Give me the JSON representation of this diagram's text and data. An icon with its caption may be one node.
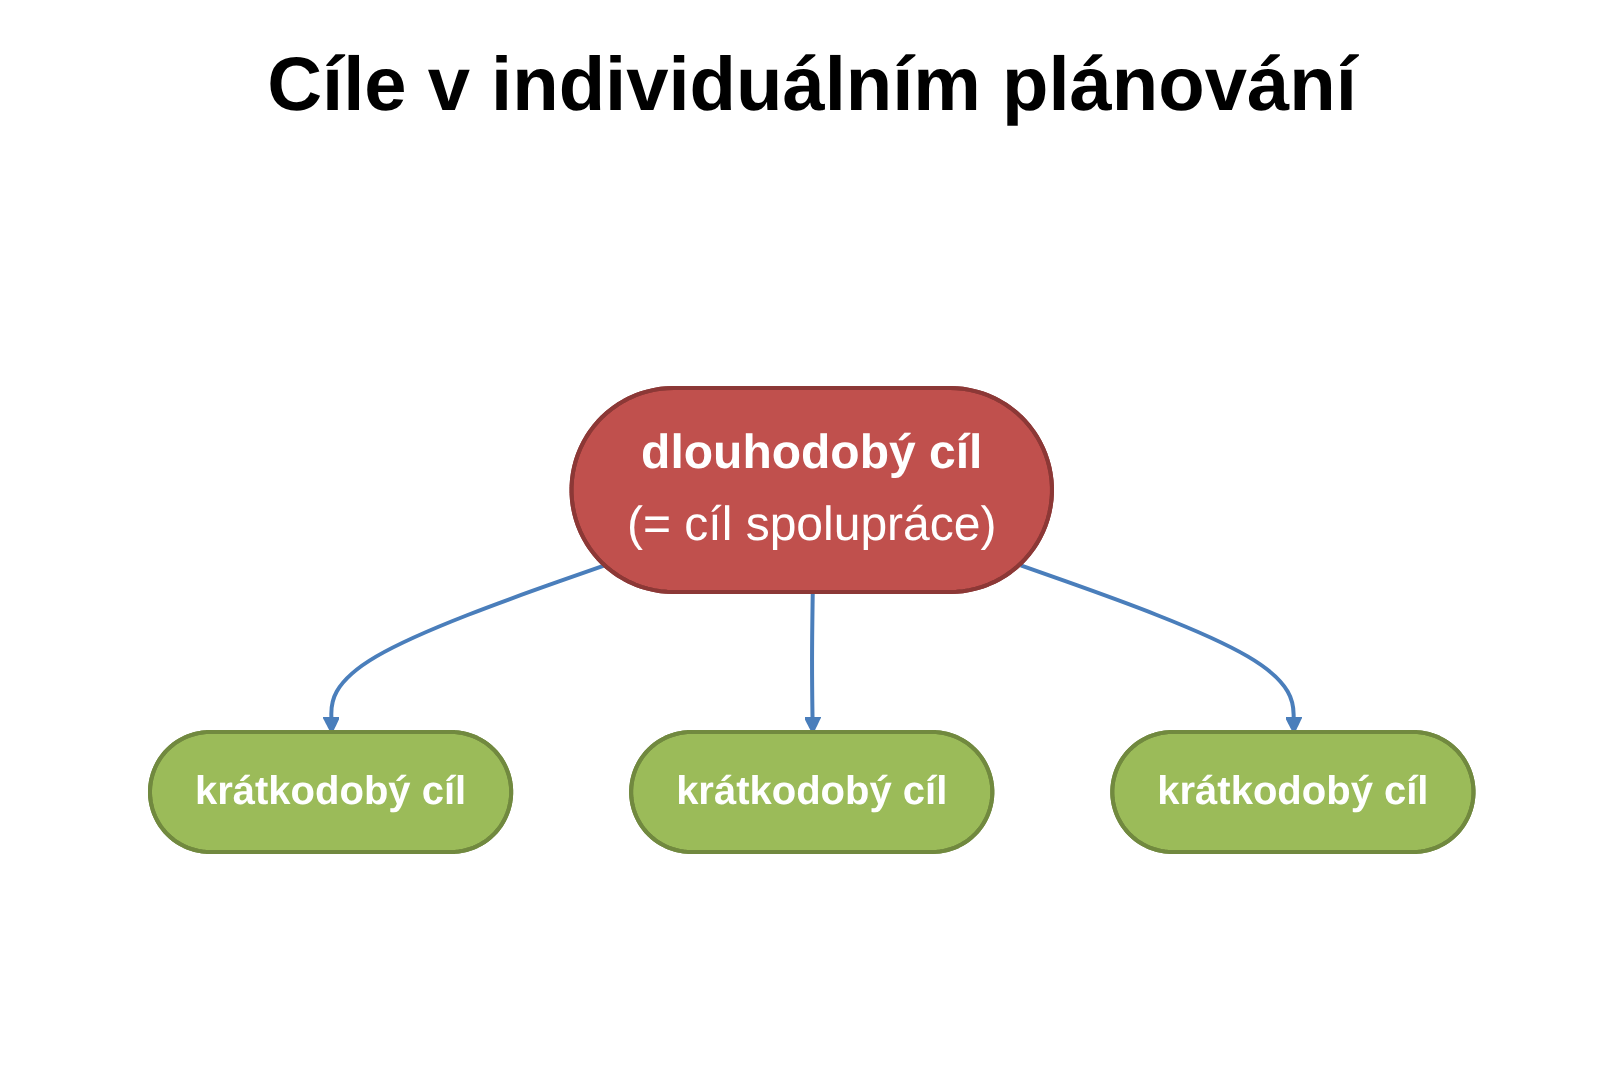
{
  "diagram": {
    "title": "Cíle v individuálním plánování",
    "nodes": [
      {
        "text": [
          "dlouhodobý cíl",
          "(= cíl spolupráce)"
        ]
      },
      {
        "text": [
          "krátkodobý cíl"
        ]
      },
      {
        "text": [
          "krátkodobý cíl"
        ]
      },
      {
        "text": [
          "krátkodobý cíl"
        ]
      }
    ],
    "edges": [
      {
        "from": 0,
        "to": 1,
        "arrow": "to"
      },
      {
        "from": 0,
        "to": 2,
        "arrow": "to"
      },
      {
        "from": 0,
        "to": 3,
        "arrow": "to"
      }
    ]
  }
}
